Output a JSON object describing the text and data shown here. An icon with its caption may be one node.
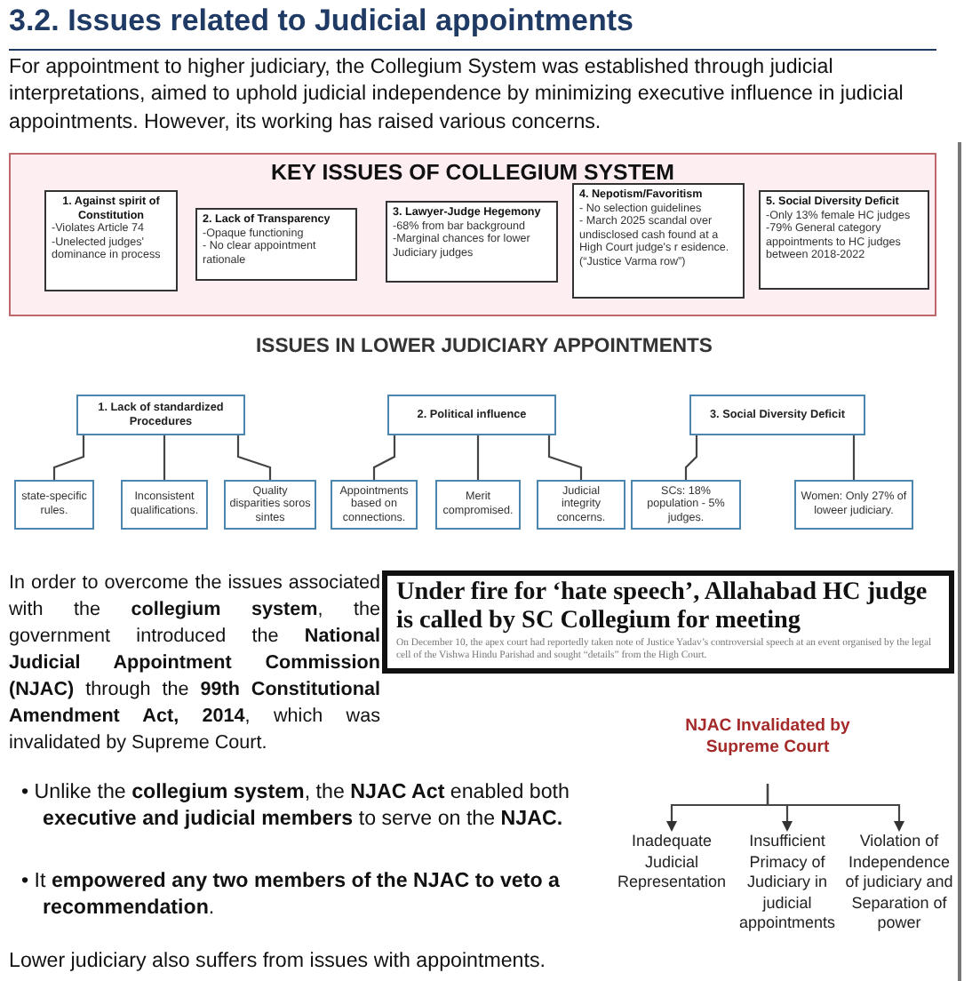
{
  "diagram": {
    "title": "3.2. Issues related to Judicial appointments",
    "nodes": [
      {
        "text": [
          "KEY ISSUES OF COLLEGIUM SYSTEM"
        ]
      },
      {
        "text": [
          "1. Against spirit of Constitution",
          "-Violates Article 74",
          "-Unelected judges' dominance in process"
        ],
        "in": 0
      },
      {
        "text": [
          "2. Lack of Transparency",
          "-Opaque functioning",
          "- No clear appointment rationale"
        ],
        "in": 0
      },
      {
        "text": [
          "3. Lawyer-Judge Hegemony",
          "-68% from bar background",
          "-Marginal chances for lower Judiciary judges"
        ],
        "in": 0
      },
      {
        "text": [
          "4. Nepotism/Favoritism",
          "- No selection guidelines",
          "- March 2025 scandal over undisclosed cash found at a High Court judge's r esidence. (“Justice Varma row”)"
        ],
        "in": 0
      },
      {
        "text": [
          "5. Social Diversity Deficit",
          "-Only 13% female HC judges",
          "-79% General category appointments to HC judges between 2018-2022"
        ],
        "in": 0
      },
      {
        "text": [
          "1. Lack of standardized Procedures"
        ]
      },
      {
        "text": [
          "2. Political influence"
        ]
      },
      {
        "text": [
          "3. Social Diversity Deficit"
        ]
      },
      {
        "text": [
          "state-specific rules."
        ]
      },
      {
        "text": [
          "Inconsistent qualifications."
        ]
      },
      {
        "text": [
          "Quality disparities soros sintes"
        ]
      },
      {
        "text": [
          "Appointments based on connections."
        ]
      },
      {
        "text": [
          "Merit compromised."
        ]
      },
      {
        "text": [
          "Judicial integrity concerns."
        ]
      },
      {
        "text": [
          "SCs: 18% population - 5% judges."
        ]
      },
      {
        "text": [
          "Women: Only 27% of loweer judiciary."
        ]
      },
      {
        "text": [
          "Under fire for ‘hate speech’, Allahabad HC judge is called by SC Collegium for meeting",
          "On December 10, the apex court had reportedly taken note of Justice Yadav’s controversial speech at an event organised by the legal cell of the Vishwa Hindu Parishad and sought “details” from the High Court."
        ]
      },
      {
        "text": [
          "NJAC Invalidated by Supreme Court"
        ]
      },
      {
        "text": [
          "Inadequate Judicial Representation"
        ]
      },
      {
        "text": [
          "Insufficient Primacy of Judiciary in judicial appointments"
        ]
      },
      {
        "text": [
          "Violation of Independence of judiciary and Separation of power"
        ]
      }
    ],
    "edges": [
      {
        "from": 6,
        "to": 9,
        "arrow": "none"
      },
      {
        "from": 6,
        "to": 10,
        "arrow": "none"
      },
      {
        "from": 6,
        "to": 11,
        "arrow": "none"
      },
      {
        "from": 7,
        "to": 12,
        "arrow": "none"
      },
      {
        "from": 7,
        "to": 13,
        "arrow": "none"
      },
      {
        "from": 7,
        "to": 14,
        "arrow": "none"
      },
      {
        "from": 8,
        "to": 15,
        "arrow": "none"
      },
      {
        "from": 8,
        "to": 16,
        "arrow": "none"
      },
      {
        "from": 18,
        "to": 19,
        "arrow": "to"
      },
      {
        "from": 18,
        "to": 20,
        "arrow": "to"
      },
      {
        "from": 18,
        "to": 21,
        "arrow": "to"
      }
    ],
    "labels": [
      "For appointment to higher judiciary, the Collegium System was established through judicial interpretations, aimed to uphold judicial independence by minimizing executive influence in judicial appointments. However, its working has raised various concerns.",
      "ISSUES IN LOWER JUDICIARY APPOINTMENTS",
      "In order to overcome the issues associated with the **collegium system**, the government introduced the **National Judicial Appointment Commission (NJAC)** through the **99th Constitutional Amendment Act, 2014**, which was invalidated by Supreme Court.",
      "• Unlike the **collegium system**, the **NJAC Act** enabled both **executive and judicial members** to serve on the **NJAC.**",
      "• It **empowered any two members of the NJAC to veto a recommendation**.",
      "Lower judiciary also suffers from issues with appointments."
    ]
  }
}
